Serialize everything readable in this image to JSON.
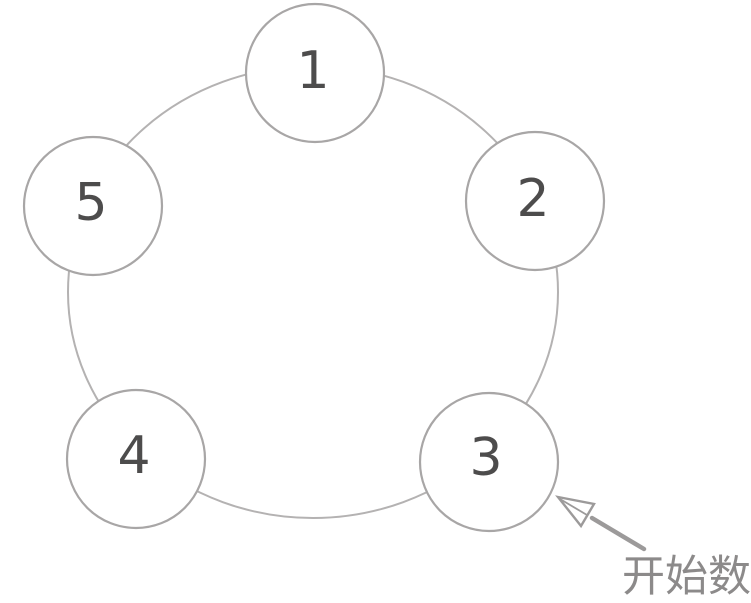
{
  "diagram": {
    "description": "five numbered circles arranged on a ring, counting starts at circle 3",
    "nodes": [
      {
        "label": "1"
      },
      {
        "label": "2"
      },
      {
        "label": "3"
      },
      {
        "label": "4"
      },
      {
        "label": "5"
      }
    ],
    "annotation": {
      "label": "开始数",
      "points_to_node": "3"
    },
    "colors": {
      "background": "#ffffff",
      "ring_stroke": "#b4b2b2",
      "node_stroke": "#a8a6a6",
      "node_fill": "#ffffff",
      "number_color": "#4d4c4c",
      "arrow_color": "#9c9a9a",
      "annotation_text_color": "#8c8a8a"
    }
  }
}
